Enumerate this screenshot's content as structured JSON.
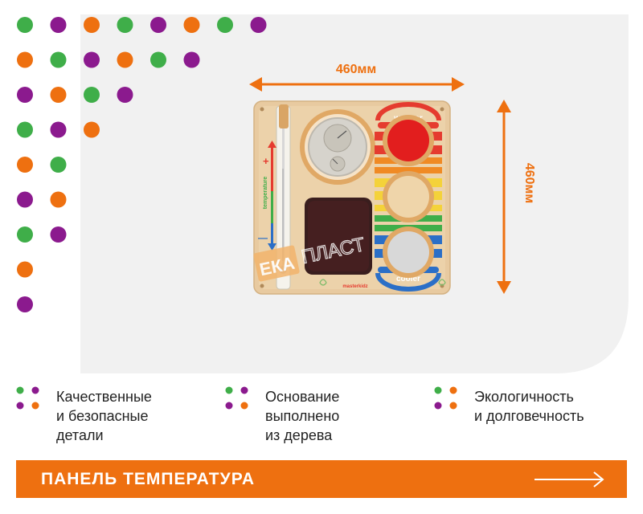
{
  "colors": {
    "orange": "#ee7010",
    "green": "#3fae49",
    "purple": "#8b1a8e",
    "panel_bg": "#f1f1f1",
    "text": "#222222"
  },
  "dimensions": {
    "width_label": "460мм",
    "height_label": "460мм"
  },
  "product_board": {
    "thermometer_plus": "+",
    "thermometer_minus": "—",
    "thermometer_label": "temperature",
    "warmer_label": "warmer",
    "cooler_label": "cooler",
    "brand_small": "masterkidz",
    "watermark_left": "ЕКА",
    "watermark_right": "ПЛАСТ"
  },
  "features": [
    {
      "text": "Качественные\nи безопасные\nдетали",
      "dots": [
        "green",
        "purple",
        "purple",
        "orange"
      ]
    },
    {
      "text": "Основание\nвыполнено\nиз дерева",
      "dots": [
        "green",
        "purple",
        "purple",
        "orange"
      ]
    },
    {
      "text": "Экологичность\nи долговечность",
      "dots": [
        "green",
        "orange",
        "purple",
        "orange"
      ]
    }
  ],
  "banner": {
    "title": "ПАНЕЛЬ ТЕМПЕРАТУРА",
    "arrow_icon": "long-arrow-right-icon"
  }
}
